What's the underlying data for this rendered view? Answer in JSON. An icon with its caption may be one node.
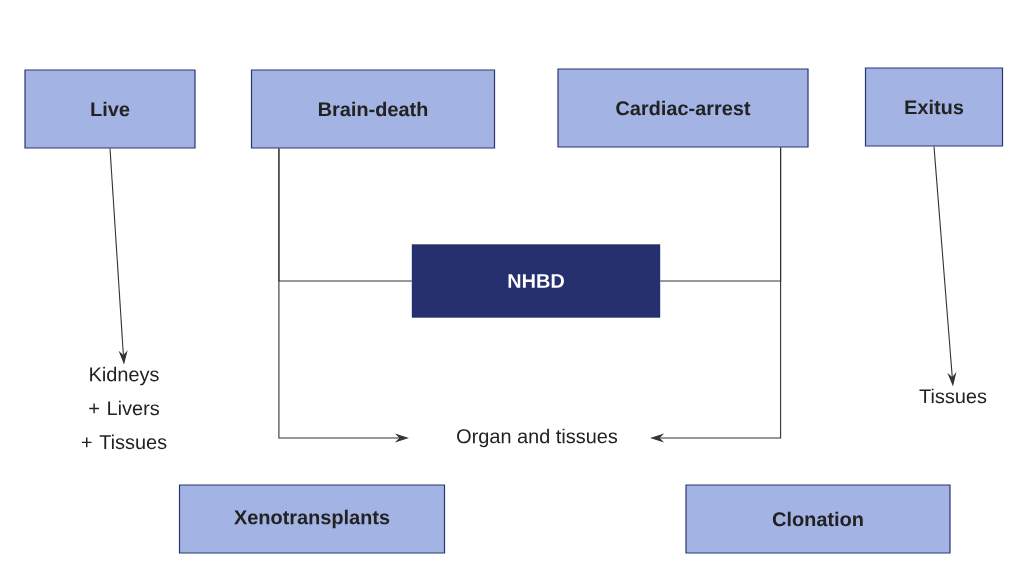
{
  "diagram": {
    "nodes": [
      {
        "text": [
          "Live"
        ]
      },
      {
        "text": [
          "Brain-death"
        ]
      },
      {
        "text": [
          "Cardiac-arrest"
        ]
      },
      {
        "text": [
          "Exitus"
        ]
      },
      {
        "text": [
          "NHBD"
        ]
      },
      {
        "text": [
          "Kidneys + Livers + Tissues"
        ]
      },
      {
        "text": [
          "Tissues"
        ]
      },
      {
        "text": [
          "Organ and tissues"
        ]
      },
      {
        "text": [
          "Xenotransplants"
        ]
      },
      {
        "text": [
          "Clonation"
        ]
      }
    ],
    "edges": [
      {
        "from": 0,
        "to": 5,
        "arrow": "to"
      },
      {
        "from": 3,
        "to": 6,
        "arrow": "to"
      },
      {
        "from": 1,
        "to": 7,
        "arrow": "to"
      },
      {
        "from": 2,
        "to": 7,
        "arrow": "to"
      },
      {
        "from": 4,
        "to": 1,
        "arrow": "none"
      },
      {
        "from": 4,
        "to": 2,
        "arrow": "none"
      }
    ]
  }
}
